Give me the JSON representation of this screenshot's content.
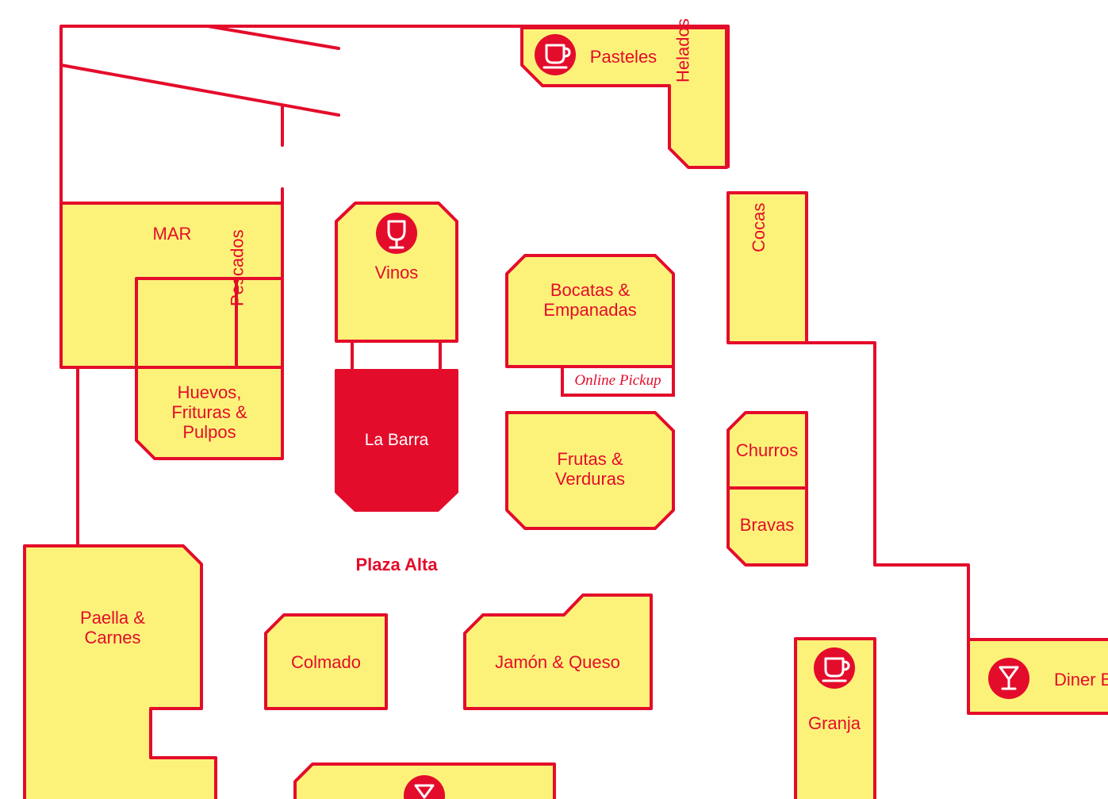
{
  "map": {
    "area_label": "Plaza Alta",
    "online_pickup": "Online Pickup",
    "colors": {
      "stall": "#fcf27a",
      "accent": "#e40c2b",
      "background": "#ffffff"
    },
    "stalls": {
      "pasteles": "Pasteles",
      "helados": "Helados",
      "cocas": "Cocas",
      "mar": "MAR",
      "pescados": "Pescados",
      "huevos": [
        "Huevos,",
        "Frituras &",
        "Pulpos"
      ],
      "vinos": "Vinos",
      "la_barra": "La Barra",
      "bocatas": [
        "Bocatas &",
        "Empanadas"
      ],
      "frutas": [
        "Frutas &",
        "Verduras"
      ],
      "churros": "Churros",
      "bravas": "Bravas",
      "paella": [
        "Paella &",
        "Carnes"
      ],
      "colmado": "Colmado",
      "jamon": "Jamón & Queso",
      "granja": "Granja",
      "diner_bar": "Diner B"
    },
    "icons": {
      "pasteles": "coffee-cup-icon",
      "vinos": "wine-glass-icon",
      "granja": "coffee-cup-icon",
      "diner_bar": "cocktail-glass-icon",
      "bottom_stall": "cocktail-glass-icon"
    }
  }
}
